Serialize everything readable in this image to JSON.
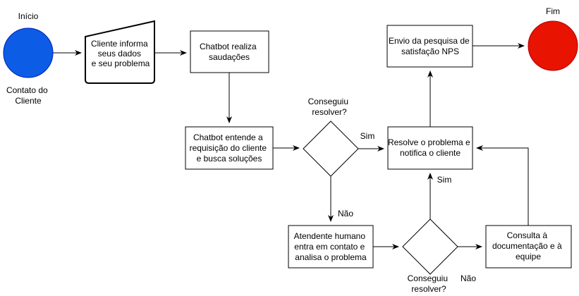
{
  "colors": {
    "start": "#0d5ce6",
    "end": "#e81300",
    "line": "#000000"
  },
  "start": {
    "title": "Início",
    "caption": [
      "Contato do",
      "Cliente"
    ]
  },
  "end": {
    "title": "Fim"
  },
  "nodes": {
    "cliente_informa": [
      "Cliente informa",
      "seus dados",
      "e seu problema"
    ],
    "chatbot_saudacoes": [
      "Chatbot realiza",
      "saudações"
    ],
    "chatbot_entende": [
      "Chatbot entende a",
      "requisição do cliente",
      "e busca soluções"
    ],
    "decisao_chatbot": [
      "Conseguiu",
      "resolver?"
    ],
    "resolve": [
      "Resolve o problema e",
      "notifica o cliente"
    ],
    "pesquisa_nps": [
      "Envio da pesquisa de",
      "satisfação NPS"
    ],
    "atendente": [
      "Atendente humano",
      "entra em contato e",
      "analisa o problema"
    ],
    "decisao_atendente": [
      "Conseguiu",
      "resolver?"
    ],
    "consulta": [
      "Consulta à",
      "documentação e à",
      "equipe"
    ]
  },
  "edge_labels": {
    "sim_chatbot": "Sim",
    "nao_chatbot": "Não",
    "sim_atendente": "Sim",
    "nao_atendente": "Não"
  }
}
